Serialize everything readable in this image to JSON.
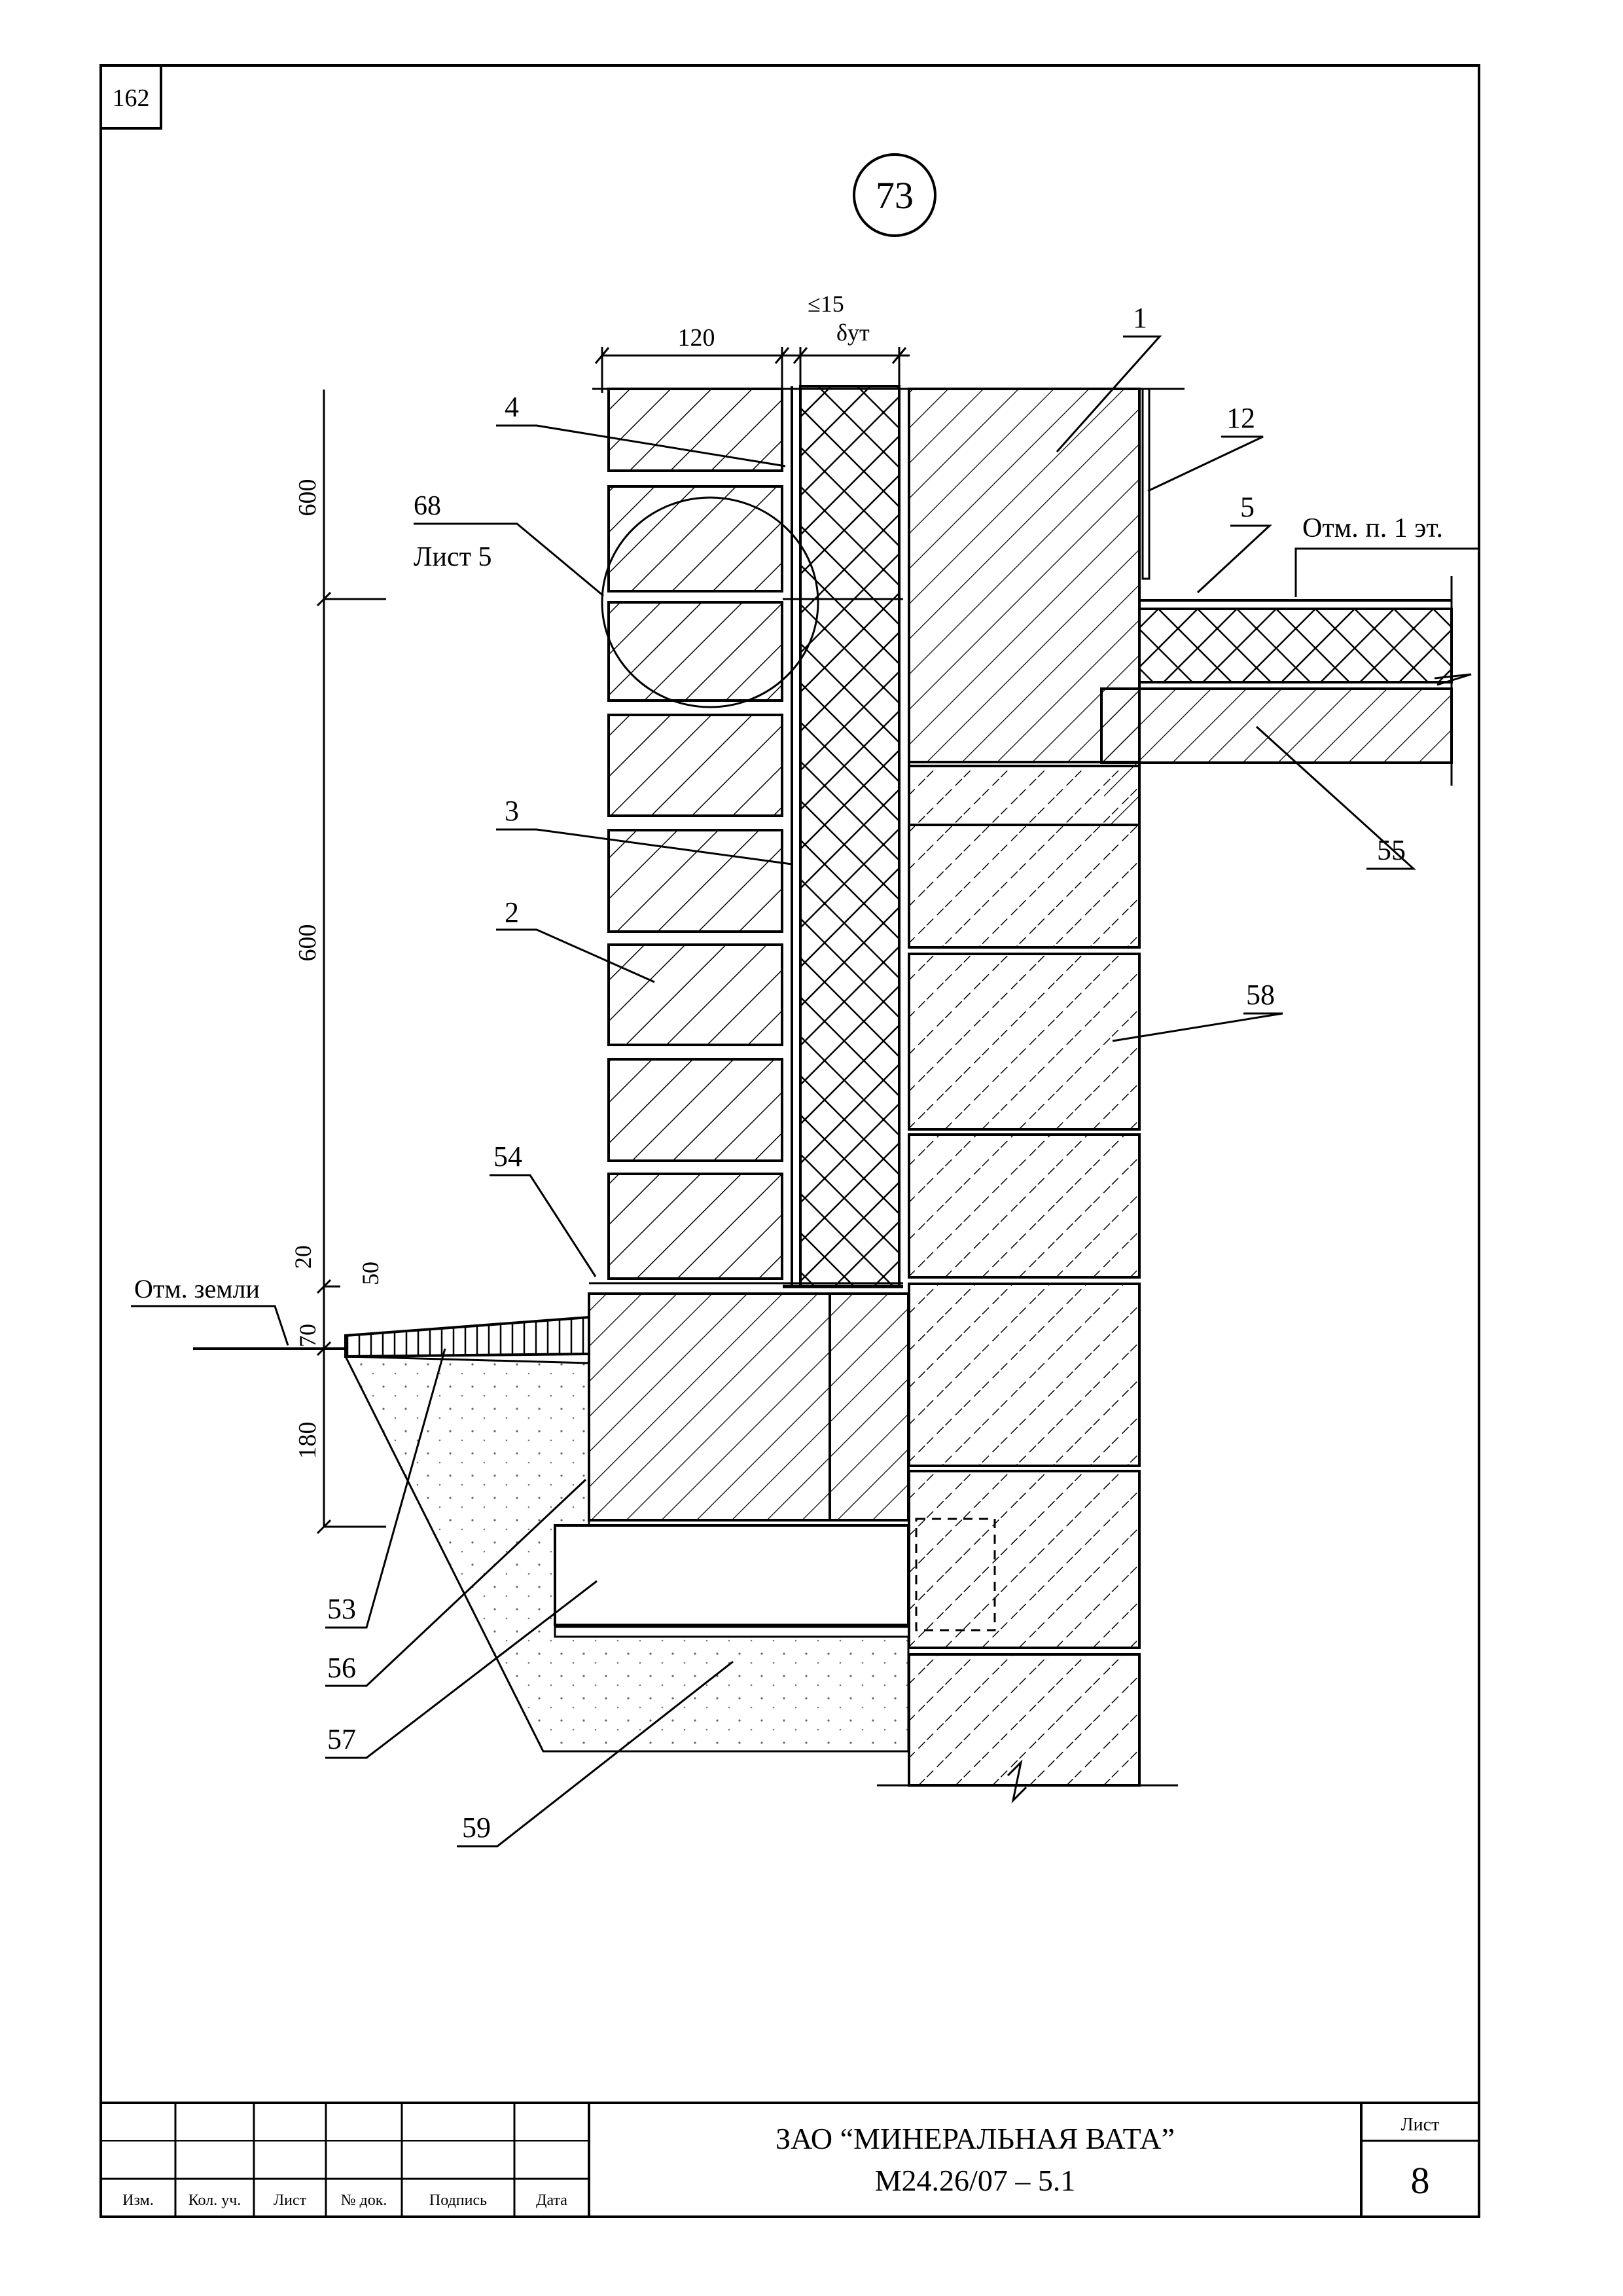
{
  "sheet_number_corner": "162",
  "detail_number": "73",
  "dimensions": {
    "brick_width": "120",
    "gap_max": "≤15",
    "insulation_thickness": "δут",
    "upper_height": "600",
    "middle_height": "600",
    "dim_20": "20",
    "dim_50": "50",
    "dim_70": "70",
    "dim_180": "180"
  },
  "levels": {
    "ground": "Отм. земли",
    "first_floor": "Отм. п. 1 эт."
  },
  "reference": {
    "detail": "68",
    "sheet": "Лист 5"
  },
  "callouts": [
    "1",
    "2",
    "3",
    "4",
    "5",
    "12",
    "53",
    "54",
    "55",
    "56",
    "57",
    "58",
    "59"
  ],
  "title_block": {
    "headers": [
      "Изм.",
      "Кол. уч.",
      "Лист",
      "№ док.",
      "Подпись",
      "Дата"
    ],
    "company": "ЗАО “МИНЕРАЛЬНАЯ ВАТА”",
    "code": "М24.26/07 – 5.1",
    "sheet_label": "Лист",
    "sheet_number": "8"
  }
}
